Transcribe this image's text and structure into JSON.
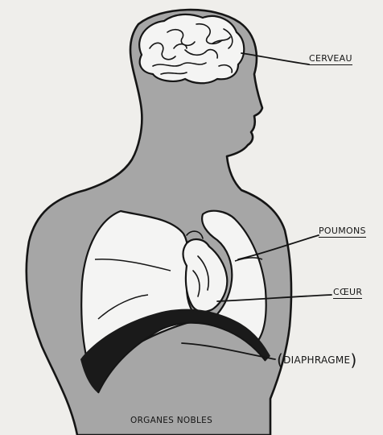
{
  "labels": {
    "brain": "CERVEAU",
    "lungs": "POUMONS",
    "heart": "CŒUR",
    "diaphragm": "DIAPHRAGME",
    "caption": "ORGANES NOBLES"
  },
  "colors": {
    "background": "#efeeeb",
    "body": "#a6a6a6",
    "organs": "#f4f4f3",
    "dark": "#1a1a1a"
  }
}
